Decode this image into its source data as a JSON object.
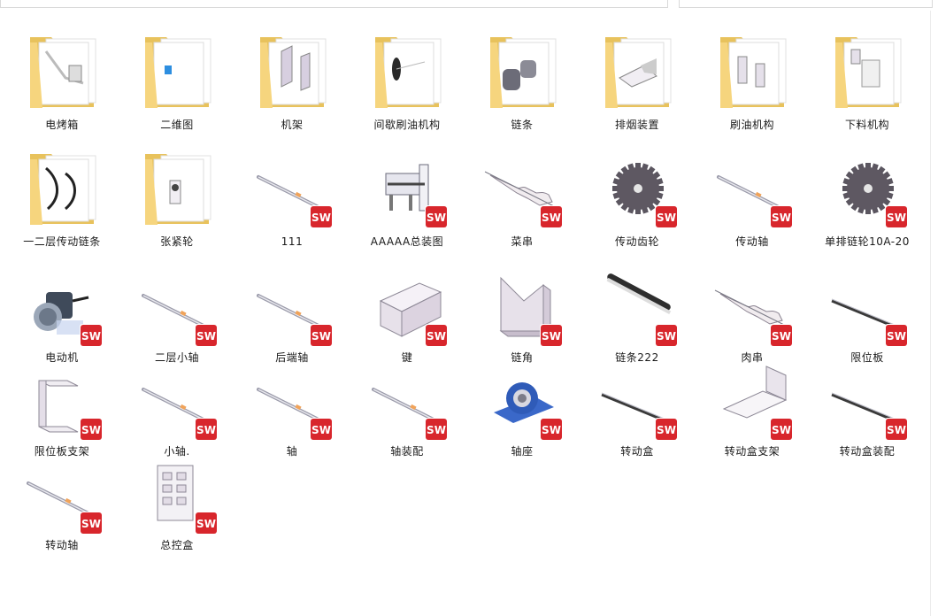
{
  "window": {
    "address_value": "",
    "search_placeholder": ""
  },
  "items": [
    {
      "label": "电烤箱",
      "type": "folder",
      "icon": "folder-icon"
    },
    {
      "label": "二维图",
      "type": "folder",
      "icon": "folder-icon"
    },
    {
      "label": "机架",
      "type": "folder",
      "icon": "folder-icon"
    },
    {
      "label": "间歇刷油机构",
      "type": "folder",
      "icon": "folder-icon"
    },
    {
      "label": "链条",
      "type": "folder",
      "icon": "folder-icon"
    },
    {
      "label": "排烟装置",
      "type": "folder",
      "icon": "folder-icon"
    },
    {
      "label": "刷油机构",
      "type": "folder",
      "icon": "folder-icon"
    },
    {
      "label": "下料机构",
      "type": "folder",
      "icon": "folder-icon"
    },
    {
      "label": "一二层传动链条",
      "type": "folder",
      "icon": "folder-icon"
    },
    {
      "label": "张紧轮",
      "type": "folder",
      "icon": "folder-icon"
    },
    {
      "label": "111",
      "type": "solidworks",
      "icon": "shaft-icon"
    },
    {
      "label": "AAAAA总装图",
      "type": "solidworks",
      "icon": "assembly-icon"
    },
    {
      "label": "菜串",
      "type": "solidworks",
      "icon": "skewer-icon"
    },
    {
      "label": "传动齿轮",
      "type": "solidworks",
      "icon": "sprocket-icon"
    },
    {
      "label": "传动轴",
      "type": "solidworks",
      "icon": "shaft-icon"
    },
    {
      "label": "单排链轮10A-20",
      "type": "solidworks",
      "icon": "sprocket-icon"
    },
    {
      "label": "电动机",
      "type": "solidworks",
      "icon": "motor-icon"
    },
    {
      "label": "二层小轴",
      "type": "solidworks",
      "icon": "shaft-icon"
    },
    {
      "label": "后端轴",
      "type": "solidworks",
      "icon": "shaft-icon"
    },
    {
      "label": "键",
      "type": "solidworks",
      "icon": "key-block-icon"
    },
    {
      "label": "链角",
      "type": "solidworks",
      "icon": "bracket-icon"
    },
    {
      "label": "链条222",
      "type": "solidworks",
      "icon": "chain-icon"
    },
    {
      "label": "肉串",
      "type": "solidworks",
      "icon": "skewer-icon"
    },
    {
      "label": "限位板",
      "type": "solidworks",
      "icon": "rod-icon"
    },
    {
      "label": "限位板支架",
      "type": "solidworks",
      "icon": "frame-icon"
    },
    {
      "label": "小轴.",
      "type": "solidworks",
      "icon": "shaft-icon"
    },
    {
      "label": "轴",
      "type": "solidworks",
      "icon": "shaft-icon"
    },
    {
      "label": "轴装配",
      "type": "solidworks",
      "icon": "shaft-icon"
    },
    {
      "label": "轴座",
      "type": "solidworks",
      "icon": "bearing-block-icon"
    },
    {
      "label": "转动盒",
      "type": "solidworks",
      "icon": "rod-icon"
    },
    {
      "label": "转动盒支架",
      "type": "solidworks",
      "icon": "tray-icon"
    },
    {
      "label": "转动盒装配",
      "type": "solidworks",
      "icon": "rod-icon"
    },
    {
      "label": "转动轴",
      "type": "solidworks",
      "icon": "shaft-icon"
    },
    {
      "label": "总控盒",
      "type": "solidworks",
      "icon": "panel-icon"
    }
  ],
  "colors": {
    "folder_back": "#e8c25c",
    "folder_front": "#f6d57e",
    "sw_red": "#d8262c",
    "selection": "#cce8ff"
  }
}
